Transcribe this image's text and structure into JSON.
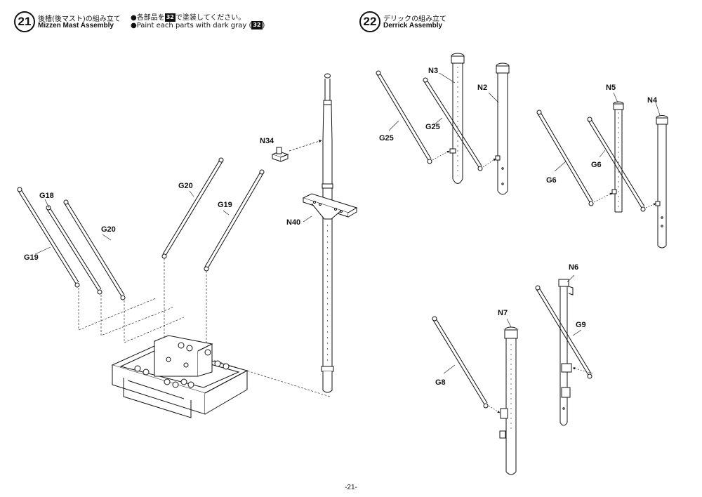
{
  "step21": {
    "number": "21",
    "title_jp": "後檣(後マスト)の組み立て",
    "title_en": "Mizzen Mast Assembly",
    "note_jp_pre": "●各部品を",
    "note_jp_post": "で塗装してください。",
    "note_en_pre": "●Paint each parts with dark gray (",
    "note_en_post": ")",
    "paint_code": "32"
  },
  "step22": {
    "number": "22",
    "title_jp": "デリックの組み立て",
    "title_en": "Derrick Assembly"
  },
  "parts": {
    "g18": "G18",
    "g19a": "G19",
    "g20a": "G20",
    "g20b": "G20",
    "g19b": "G19",
    "n34": "N34",
    "n40": "N40",
    "n3": "N3",
    "n2": "N2",
    "g25a": "G25",
    "g25b": "G25",
    "n5": "N5",
    "n4": "N4",
    "g6a": "G6",
    "g6b": "G6",
    "n6": "N6",
    "n7": "N7",
    "g9": "G9",
    "g8": "G8"
  },
  "page_number": "-21-"
}
